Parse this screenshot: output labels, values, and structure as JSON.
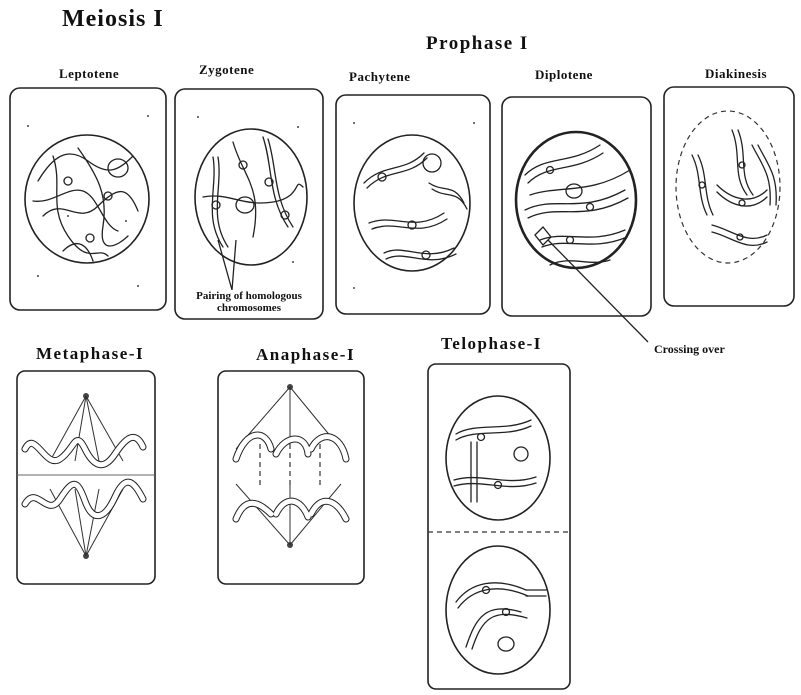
{
  "title": "Meiosis I",
  "prophase_heading": "Prophase I",
  "stages": {
    "leptotene": "Leptotene",
    "zygotene": "Zygotene",
    "pachytene": "Pachytene",
    "diplotene": "Diplotene",
    "diakinesis": "Diakinesis",
    "metaphase": "Metaphase-I",
    "anaphase": "Anaphase-I",
    "telophase": "Telophase-I"
  },
  "annotations": {
    "pairing_line1": "Pairing of homologous",
    "pairing_line2": "chromosomes",
    "crossing_over": "Crossing over"
  }
}
